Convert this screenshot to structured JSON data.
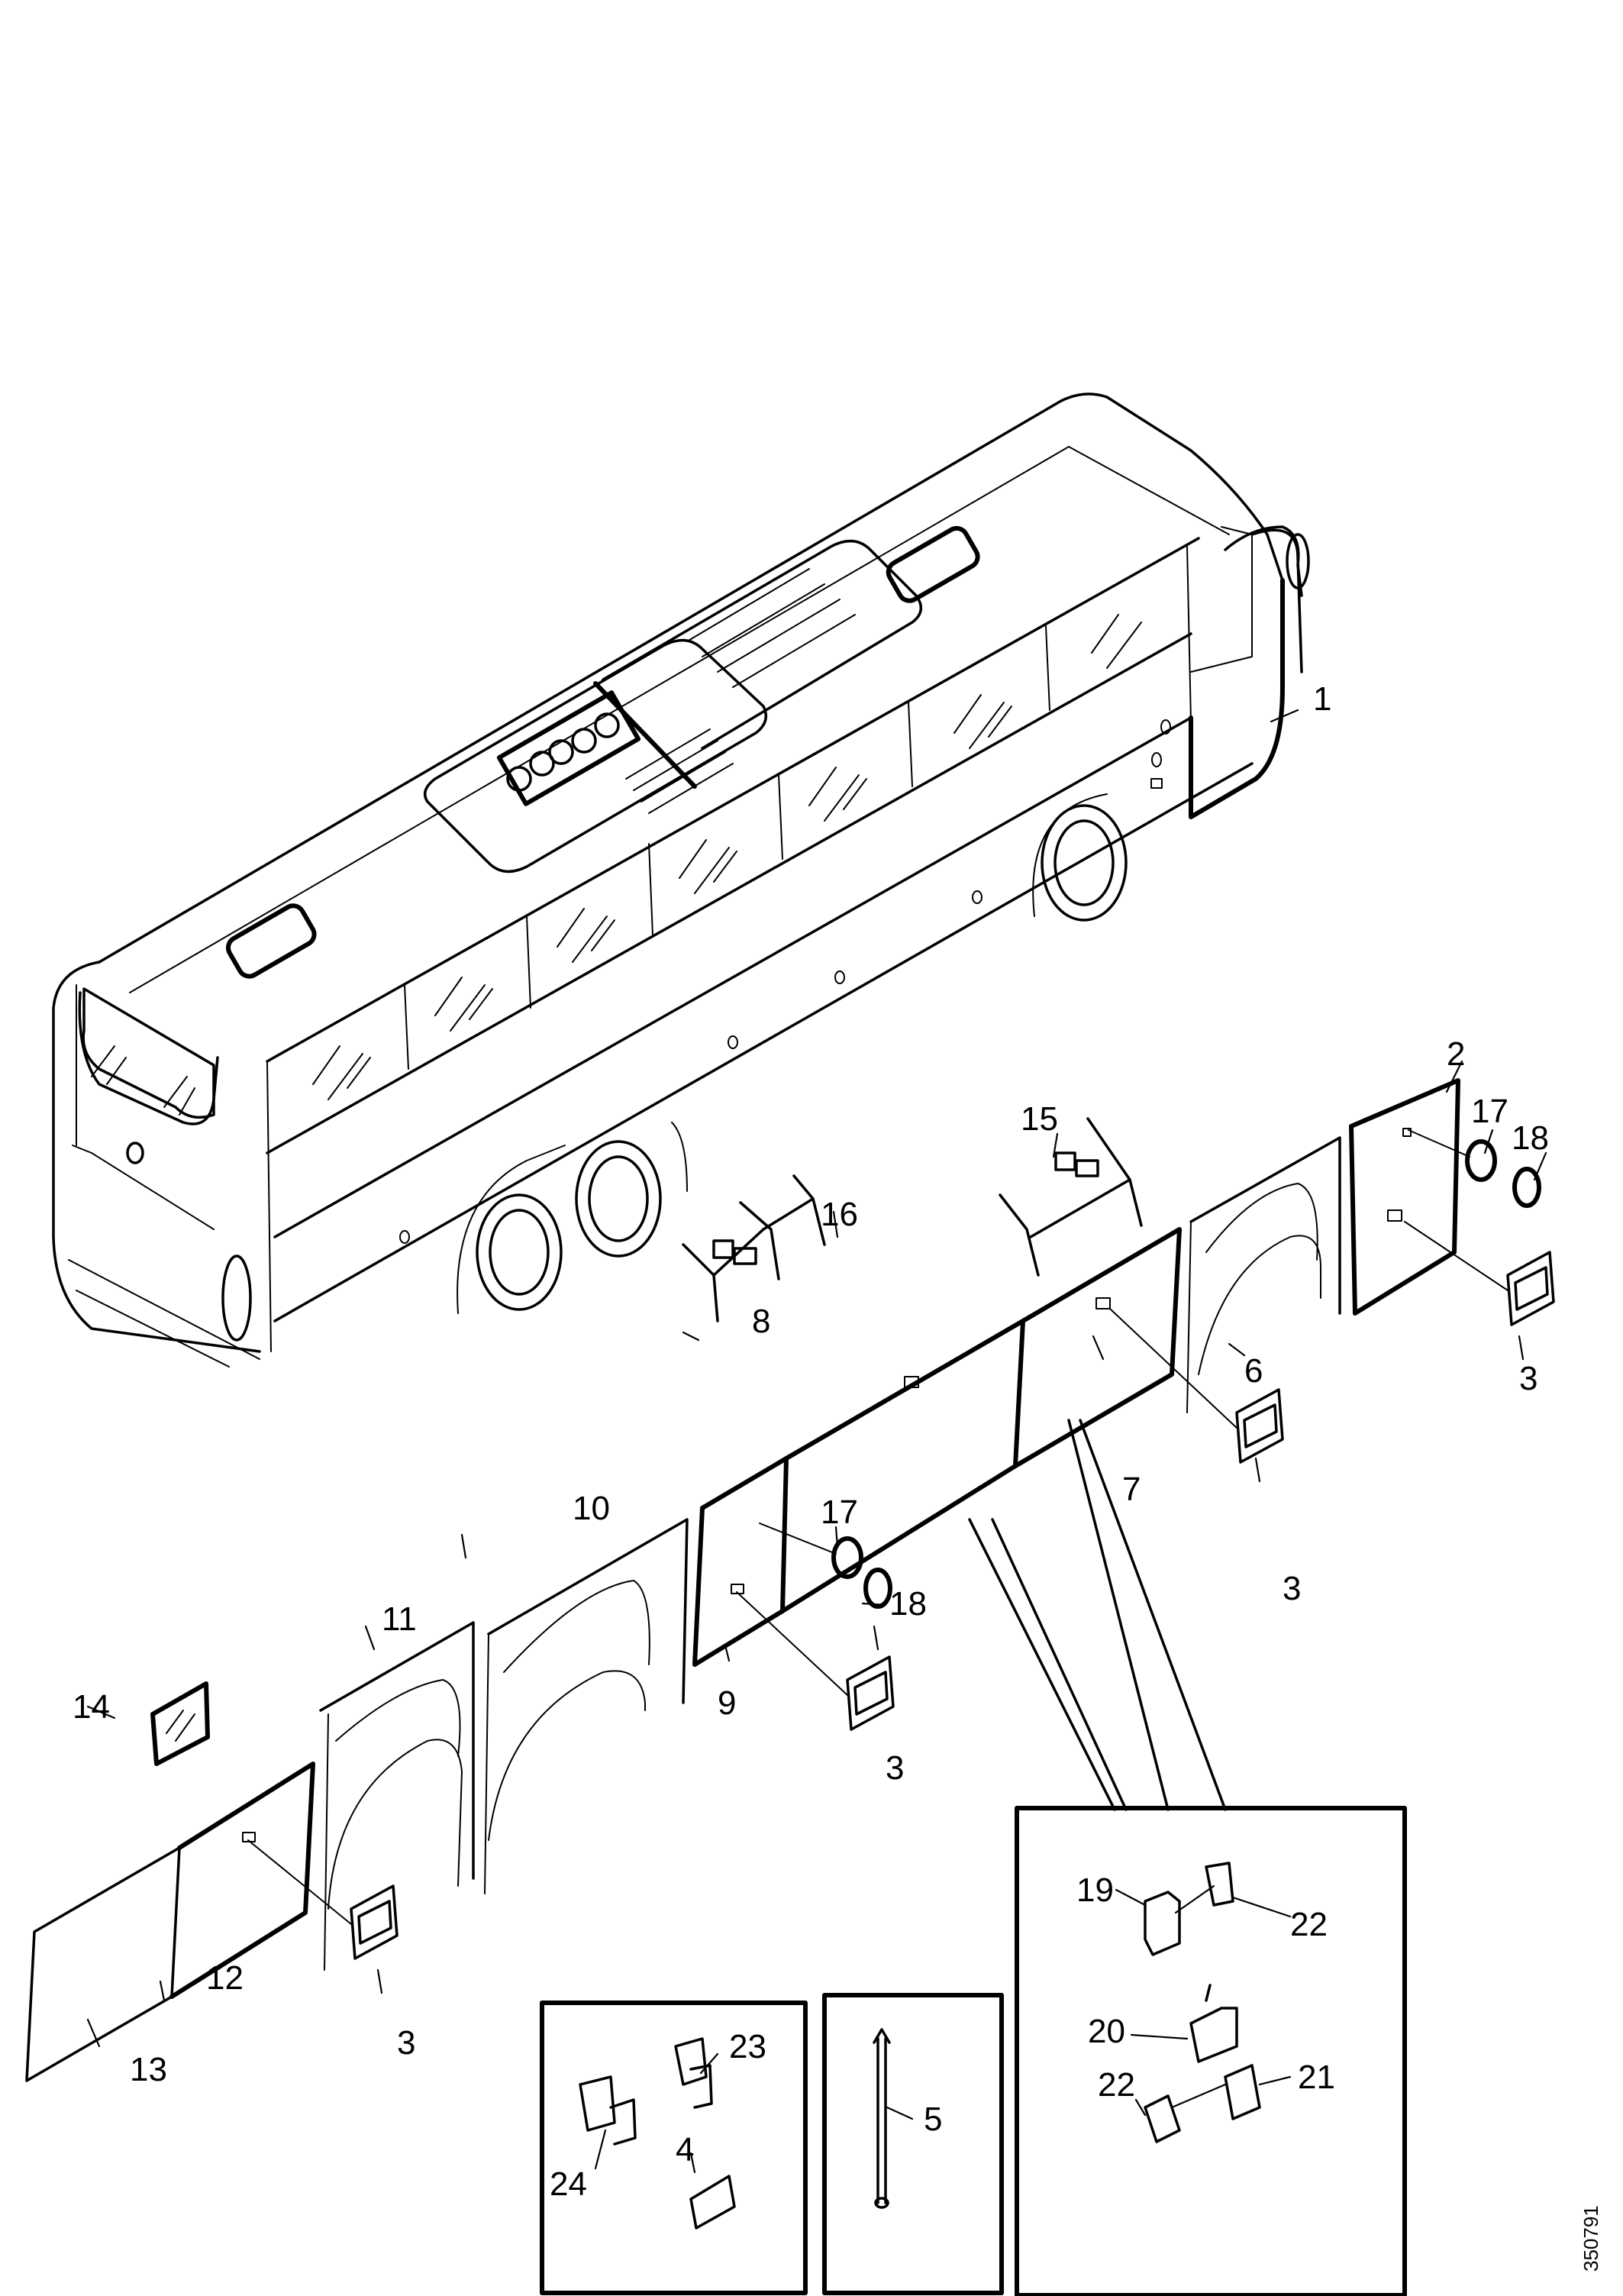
{
  "diagram": {
    "type": "exploded-parts-view",
    "subject": "Coach bus body with side panels and service hatch components",
    "document_number": "350791",
    "callouts": [
      {
        "id": "c1",
        "label": "1",
        "part": "bus-body"
      },
      {
        "id": "c2",
        "label": "2",
        "part": "side-panel-front"
      },
      {
        "id": "c3a",
        "label": "3",
        "part": "hatch-lock-handle"
      },
      {
        "id": "c3b",
        "label": "3",
        "part": "hatch-lock-handle"
      },
      {
        "id": "c3c",
        "label": "3",
        "part": "hatch-lock-handle"
      },
      {
        "id": "c3d",
        "label": "3",
        "part": "hatch-lock-handle"
      },
      {
        "id": "c4",
        "label": "4",
        "part": "hinge"
      },
      {
        "id": "c5",
        "label": "5",
        "part": "gas-strut"
      },
      {
        "id": "c6",
        "label": "6",
        "part": "wheel-arch-panel-front"
      },
      {
        "id": "c7",
        "label": "7",
        "part": "side-hatch-panel"
      },
      {
        "id": "c8",
        "label": "8",
        "part": "side-hatch-panel"
      },
      {
        "id": "c9",
        "label": "9",
        "part": "side-hatch-panel"
      },
      {
        "id": "c10",
        "label": "10",
        "part": "wheel-arch-panel"
      },
      {
        "id": "c11",
        "label": "11",
        "part": "wheel-arch-panel-rear"
      },
      {
        "id": "c12",
        "label": "12",
        "part": "rear-side-hatch-panel"
      },
      {
        "id": "c13",
        "label": "13",
        "part": "rear-side-panel"
      },
      {
        "id": "c14",
        "label": "14",
        "part": "small-window"
      },
      {
        "id": "c15",
        "label": "15",
        "part": "lock-mechanism"
      },
      {
        "id": "c16",
        "label": "16",
        "part": "lock-mechanism"
      },
      {
        "id": "c17a",
        "label": "17",
        "part": "lock-cylinder"
      },
      {
        "id": "c17b",
        "label": "17",
        "part": "lock-cylinder"
      },
      {
        "id": "c18a",
        "label": "18",
        "part": "lock-cover"
      },
      {
        "id": "c18b",
        "label": "18",
        "part": "lock-cover"
      },
      {
        "id": "c19",
        "label": "19",
        "part": "latch"
      },
      {
        "id": "c20",
        "label": "20",
        "part": "striker"
      },
      {
        "id": "c21",
        "label": "21",
        "part": "latch"
      },
      {
        "id": "c22a",
        "label": "22",
        "part": "plate"
      },
      {
        "id": "c22b",
        "label": "22",
        "part": "plate"
      },
      {
        "id": "c23",
        "label": "23",
        "part": "hinge-bracket"
      },
      {
        "id": "c24",
        "label": "24",
        "part": "hinge-bracket"
      }
    ]
  },
  "colors": {
    "line": "#000000",
    "background": "#ffffff"
  }
}
